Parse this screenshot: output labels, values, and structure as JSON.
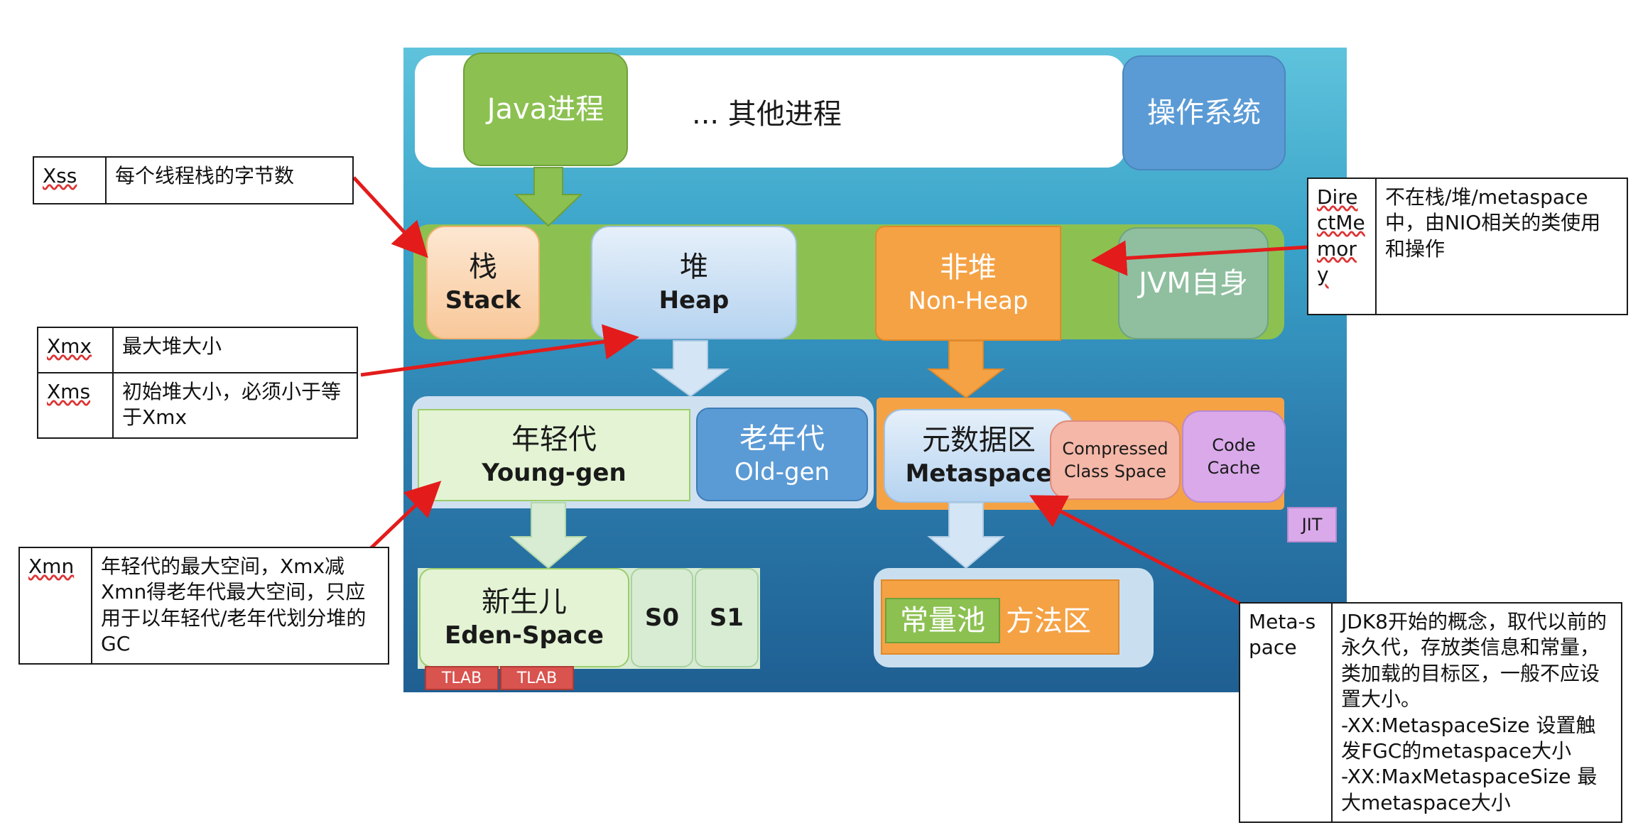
{
  "top": {
    "java_process": "Java进程",
    "other_process": "... 其他进程",
    "os": "操作系统"
  },
  "jvm": {
    "stack_cn": "栈",
    "stack_en": "Stack",
    "heap_cn": "堆",
    "heap_en": "Heap",
    "nonheap_cn": "非堆",
    "nonheap_en": "Non-Heap",
    "jvm_self": "JVM自身"
  },
  "heap_gen": {
    "young_cn": "年轻代",
    "young_en": "Young-gen",
    "old_cn": "老年代",
    "old_en": "Old-gen"
  },
  "nonheap_gen": {
    "meta_cn": "元数据区",
    "meta_en": "Metaspace",
    "compressed": "Compressed\nClass Space",
    "code_cache": "Code\nCache",
    "jit": "JIT"
  },
  "young_split": {
    "eden_cn": "新生儿",
    "eden_en": "Eden-Space",
    "s0": "S0",
    "s1": "S1",
    "tlab1": "TLAB",
    "tlab2": "TLAB"
  },
  "method_area": {
    "constant_pool": "常量池",
    "method_area": "方法区"
  },
  "notes": {
    "xss": {
      "key": "Xss",
      "desc": "每个线程栈的字节数"
    },
    "xmx": {
      "key": "Xmx",
      "desc": "最大堆大小"
    },
    "xms": {
      "key": "Xms",
      "desc": "初始堆大小，必须小于等于Xmx"
    },
    "xmn": {
      "key": "Xmn",
      "desc": "年轻代的最大空间，Xmx减Xmn得老年代最大空间，只应用于以年轻代/老年代划分堆的GC"
    },
    "direct": {
      "key": "DirectMemory",
      "desc": "不在栈/堆/metaspace中，由NIO相关的类使用和操作"
    },
    "meta": {
      "key": "Meta-space",
      "desc1": "JDK8开始的概念，取代以前的永久代，存放类信息和常量，类加载的目标区，一般不应设置大小。",
      "desc2": "-XX:MetaspaceSize 设置触发FGC的metaspace大小",
      "desc3": "-XX:MaxMetaspaceSize 最大metaspace大小"
    }
  },
  "colors": {
    "green": "#8cc152",
    "orange": "#f5a245",
    "arrow": "#e31b1b",
    "os_blue": "#5b9bd5",
    "purple": "#d9a9ea"
  }
}
